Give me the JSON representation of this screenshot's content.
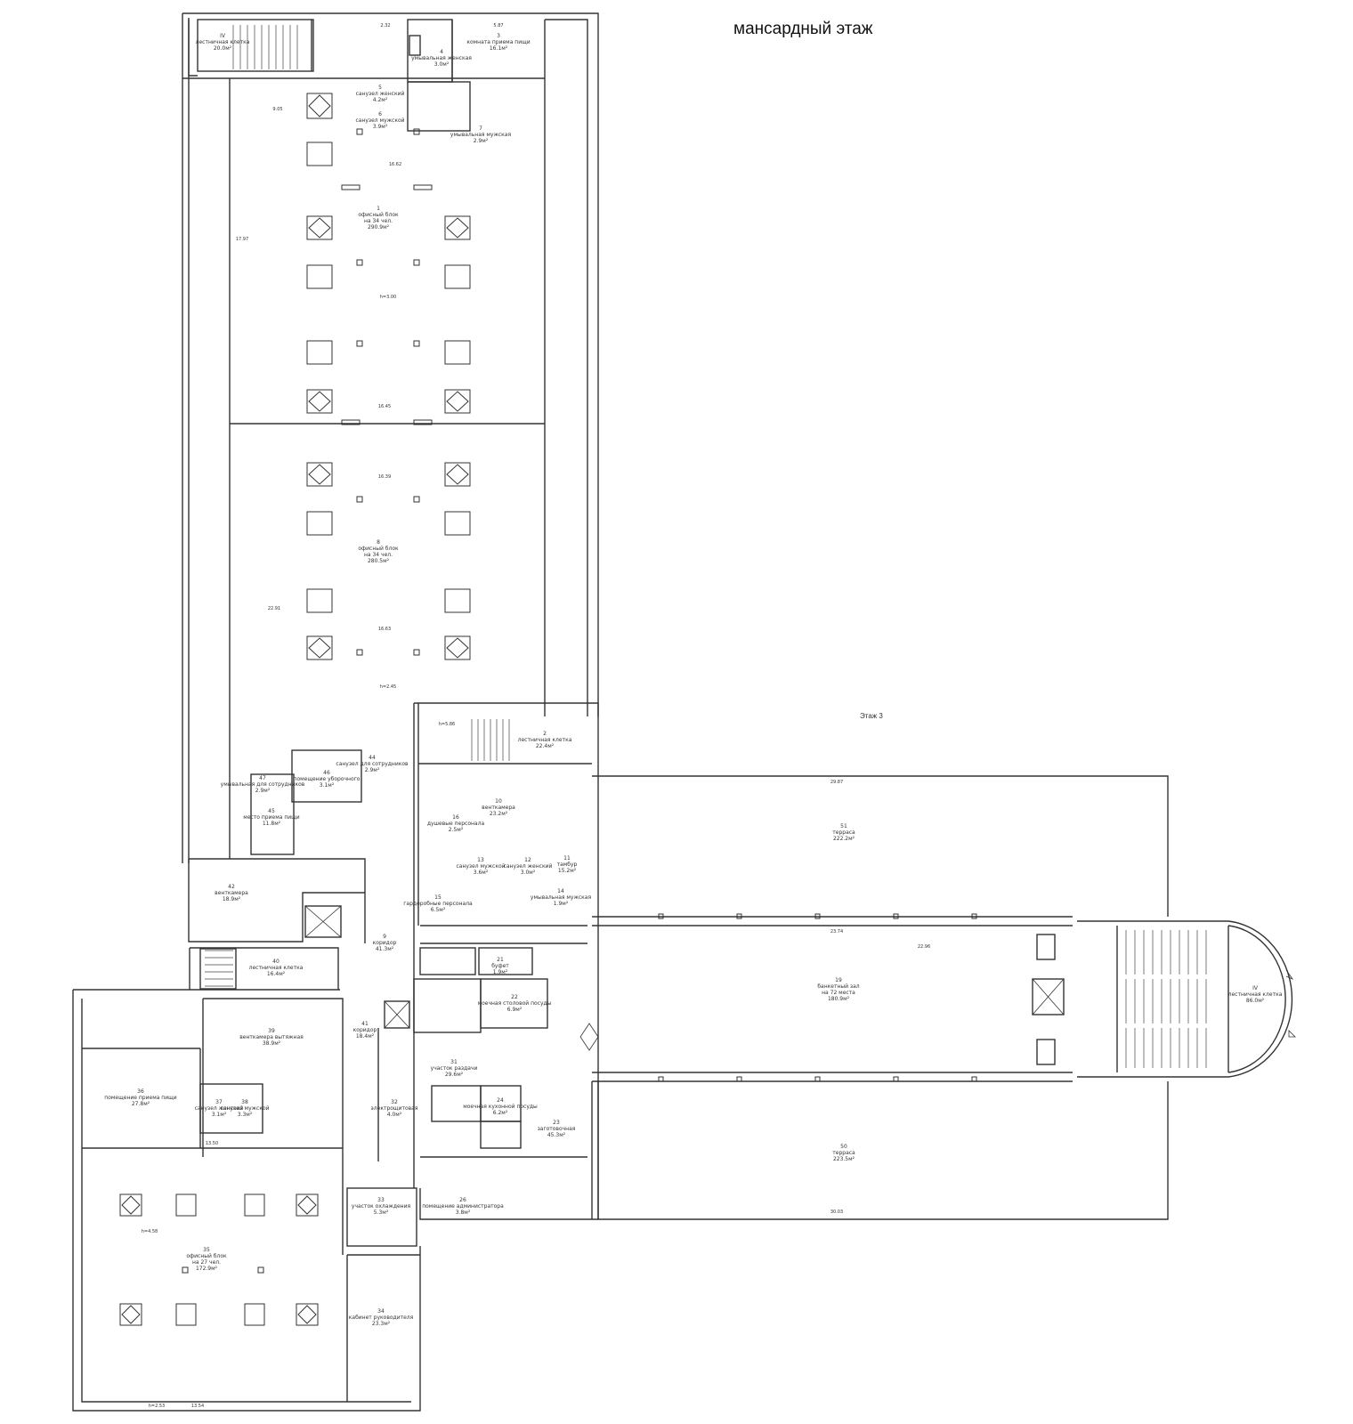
{
  "header": {
    "title": "мансардный этаж"
  },
  "floor_label": "Этаж 3",
  "rooms": [
    {
      "id": "1",
      "name": "офисный блок",
      "extra": "на 34 чел.",
      "area": "290.9м²"
    },
    {
      "id": "2",
      "name": "лестничная клетка",
      "extra": "",
      "area": "22.4м²"
    },
    {
      "id": "3",
      "name": "комната приема пищи",
      "extra": "",
      "area": "16.1м²"
    },
    {
      "id": "4",
      "name": "умывальная женская",
      "extra": "",
      "area": "3.0м²"
    },
    {
      "id": "5",
      "name": "санузел женский",
      "extra": "",
      "area": "4.2м²"
    },
    {
      "id": "6",
      "name": "санузел мужской",
      "extra": "",
      "area": "3.9м²"
    },
    {
      "id": "7",
      "name": "умывальная мужская",
      "extra": "",
      "area": "2.9м²"
    },
    {
      "id": "8",
      "name": "офисный блок",
      "extra": "на 34 чел.",
      "area": "280.5м²"
    },
    {
      "id": "9",
      "name": "коридор",
      "extra": "",
      "area": "41.3м²"
    },
    {
      "id": "10",
      "name": "венткамера",
      "extra": "",
      "area": "23.2м²"
    },
    {
      "id": "11",
      "name": "тамбур",
      "extra": "",
      "area": "15.2м²"
    },
    {
      "id": "12",
      "name": "санузел женский",
      "extra": "",
      "area": "3.0м²"
    },
    {
      "id": "13",
      "name": "санузел мужской",
      "extra": "",
      "area": "3.6м²"
    },
    {
      "id": "14",
      "name": "умывальная мужская",
      "extra": "",
      "area": "1.9м²"
    },
    {
      "id": "15",
      "name": "гардеробные персонала",
      "extra": "",
      "area": "6.5м²"
    },
    {
      "id": "16",
      "name": "душевые персонала",
      "extra": "",
      "area": "2.5м²"
    },
    {
      "id": "19",
      "name": "банкетный зал",
      "extra": "на 72 места",
      "area": "180.9м²"
    },
    {
      "id": "21",
      "name": "буфет",
      "extra": "",
      "area": "1.9м²"
    },
    {
      "id": "22",
      "name": "моечная столовой посуды",
      "extra": "",
      "area": "6.9м²"
    },
    {
      "id": "23",
      "name": "заготовочная",
      "extra": "",
      "area": "45.3м²"
    },
    {
      "id": "24",
      "name": "моечная кухонной посуды",
      "extra": "",
      "area": "6.2м²"
    },
    {
      "id": "26",
      "name": "помещение администратора",
      "extra": "",
      "area": "3.8м²"
    },
    {
      "id": "31",
      "name": "участок раздачи",
      "extra": "",
      "area": "29.6м²"
    },
    {
      "id": "32",
      "name": "электрощитовая",
      "extra": "",
      "area": "4.0м²"
    },
    {
      "id": "33",
      "name": "участок охлаждения",
      "extra": "",
      "area": "5.3м²"
    },
    {
      "id": "34",
      "name": "кабинет руководителя",
      "extra": "",
      "area": "23.3м²"
    },
    {
      "id": "35",
      "name": "офисный блок",
      "extra": "на 27 чел.",
      "area": "172.9м²"
    },
    {
      "id": "36",
      "name": "помещение приема пищи",
      "extra": "",
      "area": "27.8м²"
    },
    {
      "id": "37",
      "name": "санузел женский",
      "extra": "",
      "area": "3.1м²"
    },
    {
      "id": "38",
      "name": "санузел мужской",
      "extra": "",
      "area": "3.3м²"
    },
    {
      "id": "39",
      "name": "венткамера вытяжная",
      "extra": "",
      "area": "38.9м²"
    },
    {
      "id": "40",
      "name": "лестничная клетка",
      "extra": "",
      "area": "16.4м²"
    },
    {
      "id": "41",
      "name": "коридор",
      "extra": "",
      "area": "18.4м²"
    },
    {
      "id": "42",
      "name": "венткамера",
      "extra": "",
      "area": "18.9м²"
    },
    {
      "id": "44",
      "name": "санузел для сотрудников",
      "extra": "",
      "area": "2.9м²"
    },
    {
      "id": "45",
      "name": "место приема пищи",
      "extra": "",
      "area": "11.8м²"
    },
    {
      "id": "46",
      "name": "помещение уборочного",
      "extra": "",
      "area": "3.1м²"
    },
    {
      "id": "47",
      "name": "умывальная для сотрудников",
      "extra": "",
      "area": "2.9м²"
    },
    {
      "id": "50",
      "name": "терраса",
      "extra": "",
      "area": "223.5м²"
    },
    {
      "id": "51",
      "name": "терраса",
      "extra": "",
      "area": "222.2м²"
    },
    {
      "id": "IV",
      "name": "лестничная клетка",
      "extra": "",
      "area": "20.0м²"
    },
    {
      "id": "IV",
      "name": "лестничная клетка",
      "extra": "",
      "area": "86.0м²"
    }
  ],
  "dimensions": [
    "5.87",
    "2.32",
    "9.05",
    "16.62",
    "16.45",
    "16.39",
    "16.63",
    "17.97",
    "22.91",
    "29.87",
    "23.74",
    "22.96",
    "30.03",
    "13.54",
    "13.50",
    "h=3.00",
    "h=2.45",
    "h=5.86",
    "h=4.58",
    "h=2.53"
  ]
}
